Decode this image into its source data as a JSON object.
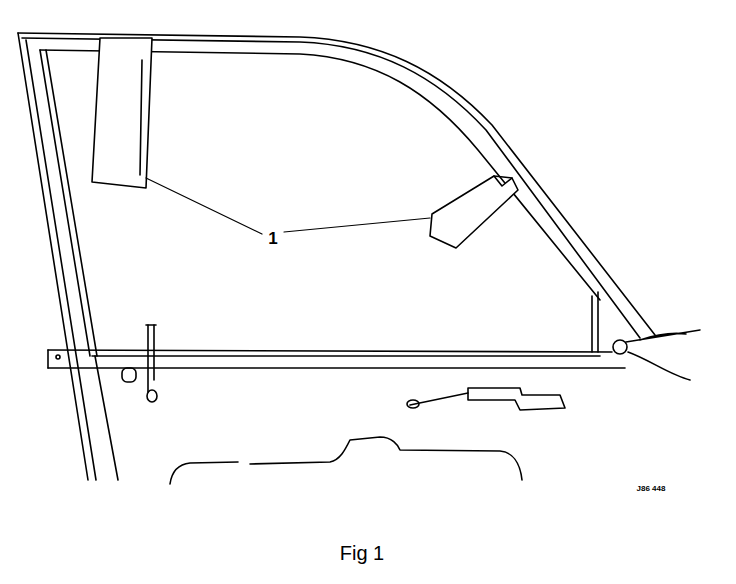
{
  "diagram": {
    "caption": "Fig 1",
    "labels": [
      "1",
      "J86 448"
    ]
  }
}
